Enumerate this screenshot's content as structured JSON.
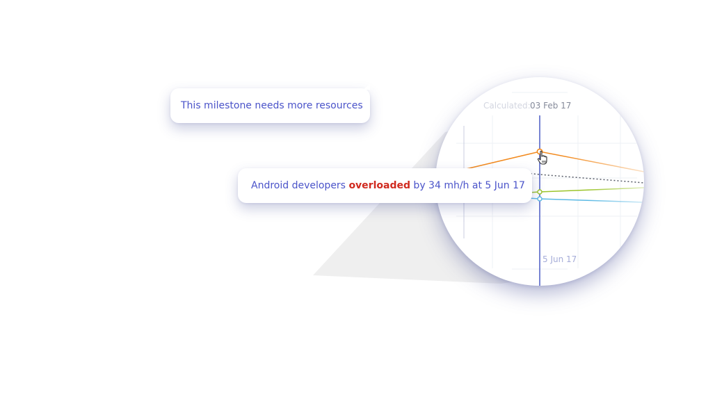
{
  "tooltips": {
    "milestone": {
      "text": "This milestone needs more resources"
    },
    "overload": {
      "prefix": "Android developers ",
      "highlight": "overloaded",
      "suffix": " by 34 mh/h at 5 Jun 17"
    }
  },
  "chart": {
    "calculated_label": "Calculated:",
    "calculated_date": "03 Feb 17",
    "marker_date": "5 Jun 17"
  },
  "icons": {
    "cursor": "hand-pointer-icon"
  },
  "colors": {
    "accent_text": "#4a53c9",
    "overload_red": "#d02a1f",
    "orange_series": "#f28a1e",
    "green_series": "#9bc42a",
    "blue_series": "#5bb9e4",
    "marker_line": "#4a5bc4"
  }
}
